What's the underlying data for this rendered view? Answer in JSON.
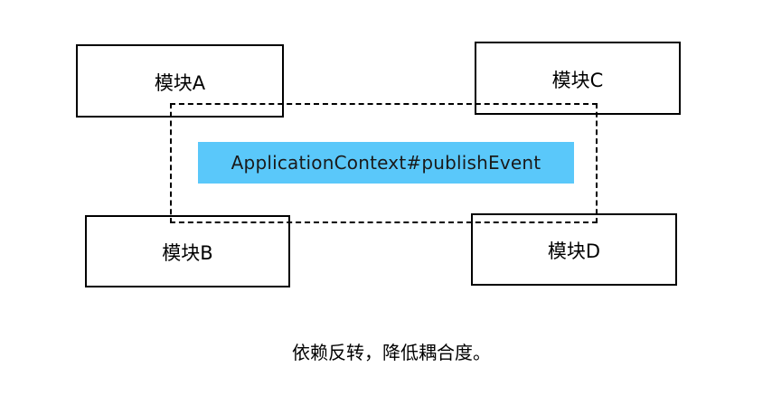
{
  "modules": {
    "a": "模块A",
    "b": "模块B",
    "c": "模块C",
    "d": "模块D"
  },
  "event_label": "ApplicationContext#publishEvent",
  "caption": "依赖反转，降低耦合度。",
  "colors": {
    "event_fill": "#5ac8fa",
    "border": "#000000",
    "background": "#ffffff"
  }
}
